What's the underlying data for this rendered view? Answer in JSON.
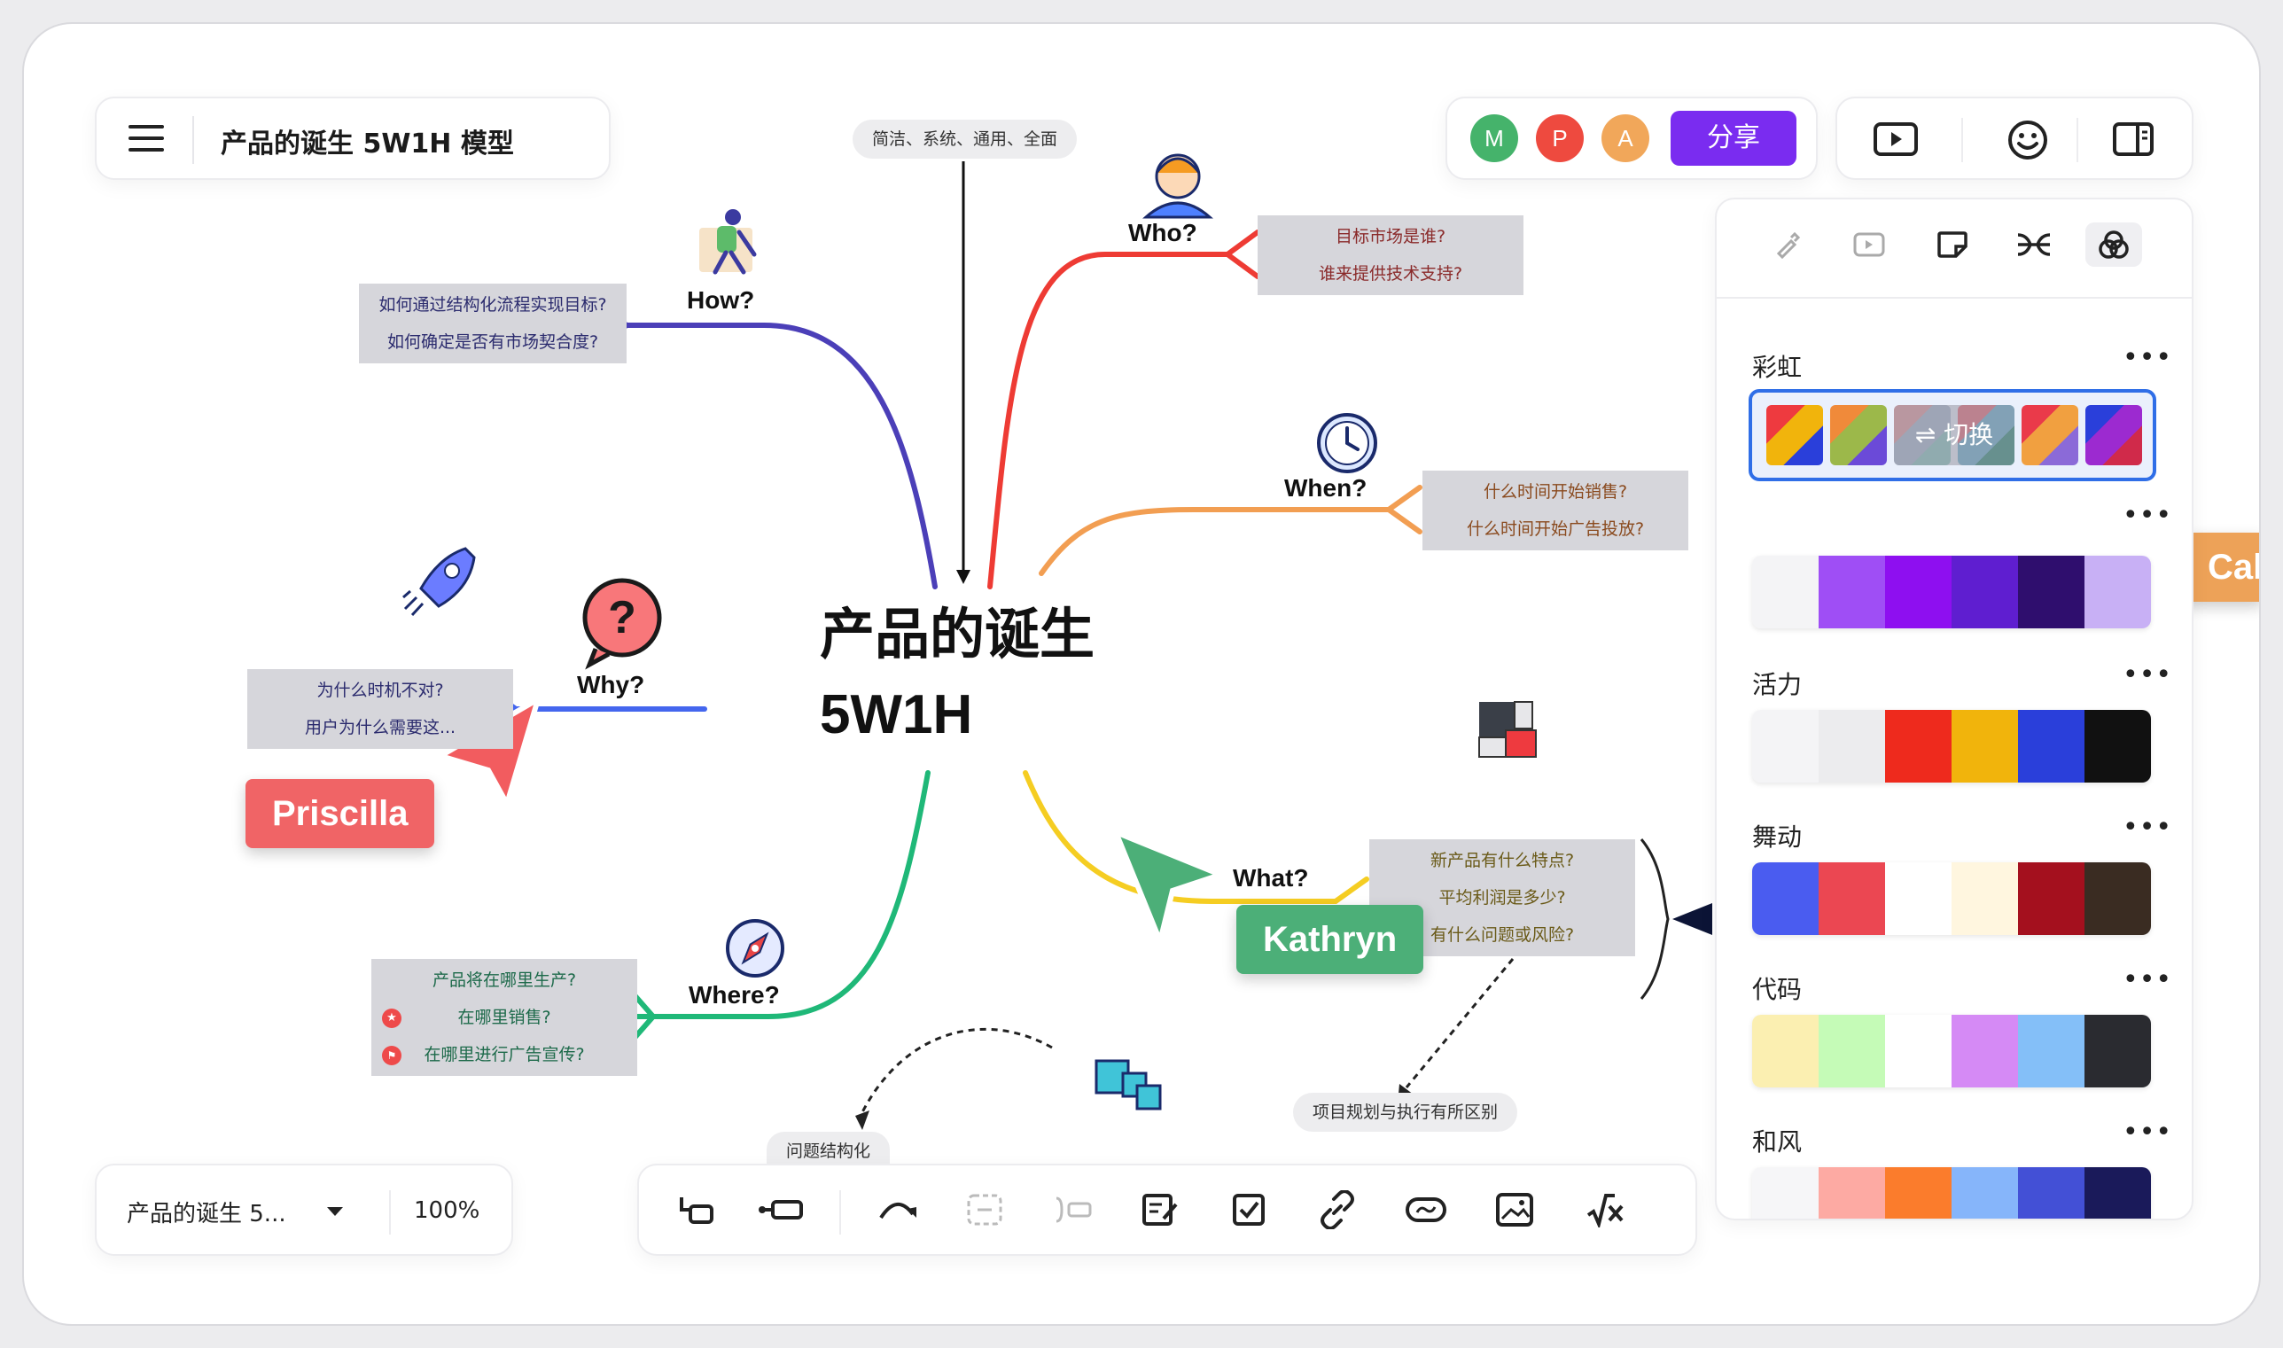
{
  "doc": {
    "title": "产品的诞生 5W1H 模型"
  },
  "center": {
    "line1": "产品的诞生",
    "line2": "5W1H"
  },
  "top_note": "简洁、系统、通用、全面",
  "branches": {
    "who": {
      "label": "Who?",
      "q": [
        "目标市场是谁?",
        "谁来提供技术支持?"
      ]
    },
    "when": {
      "label": "When?",
      "q": [
        "什么时间开始销售?",
        "什么时间开始广告投放?"
      ]
    },
    "what": {
      "label": "What?",
      "q": [
        "新产品有什么特点?",
        "平均利润是多少?",
        "有什么问题或风险?"
      ]
    },
    "where": {
      "label": "Where?",
      "q": [
        "产品将在哪里生产?",
        "在哪里销售?",
        "在哪里进行广告宣传?"
      ]
    },
    "why": {
      "label": "Why?",
      "q": [
        "为什么时机不对?",
        "用户为什么需要这..."
      ]
    },
    "how": {
      "label": "How?",
      "q": [
        "如何通过结构化流程实现目标?",
        "如何确定是否有市场契合度?"
      ]
    }
  },
  "floating": {
    "project_note": "项目规划与执行有所区别",
    "structure_note": "问题结构化"
  },
  "cursors": {
    "priscilla": {
      "name": "Priscilla",
      "color": "#f06466"
    },
    "kathryn": {
      "name": "Kathryn",
      "color": "#4caf78"
    },
    "calvin": {
      "name": "Calv",
      "color": "#eda258"
    }
  },
  "collab": {
    "avatars": [
      {
        "initial": "M",
        "color": "#45b36b"
      },
      {
        "initial": "P",
        "color": "#ee4a3f"
      },
      {
        "initial": "A",
        "color": "#f1a75a"
      }
    ],
    "share_label": "分享",
    "share_color": "#7a2cf0"
  },
  "bottom_left": {
    "doc_name": "产品的诞生 5...",
    "zoom": "100%"
  },
  "style_panel": {
    "switch_label": "切换",
    "palettes": [
      {
        "name": "彩虹",
        "colors": []
      },
      {
        "name": "",
        "colors": [
          "#f4f4f6",
          "#9f4ef5",
          "#8e0ff0",
          "#5f1ed0",
          "#2f0e6e",
          "#c8b0f5"
        ]
      },
      {
        "name": "活力",
        "colors": [
          "#f4f4f6",
          "#ececee",
          "#ee2a1d",
          "#f1b40c",
          "#2a3fda",
          "#111111"
        ]
      },
      {
        "name": "舞动",
        "colors": [
          "#4a5cf0",
          "#eb4752",
          "#ffffff",
          "#fff6df",
          "#a4101e",
          "#3a2c22"
        ]
      },
      {
        "name": "代码",
        "colors": [
          "#fbefb1",
          "#c5fbb7",
          "#ffffff",
          "#d58af5",
          "#84bff8",
          "#2a2b30"
        ]
      },
      {
        "name": "和风",
        "colors": [
          "#f6f6f8",
          "#fdaaa3",
          "#fb7c2c",
          "#86b5fa",
          "#4350d6",
          "#1a1a5a"
        ]
      }
    ]
  }
}
